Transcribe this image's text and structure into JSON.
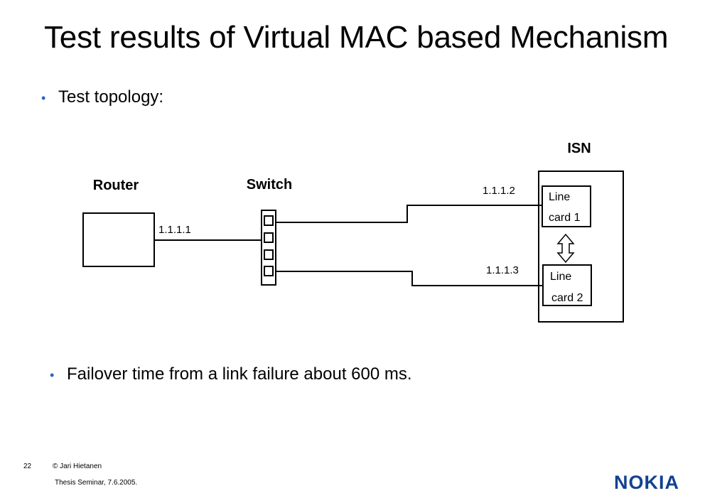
{
  "slide": {
    "title": "Test results of Virtual MAC based Mechanism",
    "bullets": [
      {
        "text": "Test topology:"
      },
      {
        "text": "Failover time from a link failure about 600 ms."
      }
    ],
    "bullet_glyph": "•",
    "bullet_color": "#2e63c7"
  },
  "diagram": {
    "router_label": "Router",
    "switch_label": "Switch",
    "isn_label": "ISN",
    "router_ip": "1.1.1.1",
    "line_card_1": {
      "ip": "1.1.1.2",
      "line1": "Line",
      "line2": "card 1"
    },
    "line_card_2": {
      "ip": "1.1.1.3",
      "line1": "Line",
      "line2": "card 2"
    },
    "failover_arrow_icon": "double-vertical-arrow-icon"
  },
  "footer": {
    "page_number": "22",
    "copyright": "© Jari Hietanen",
    "event": "Thesis Seminar, 7.6.2005.",
    "logo_text": "NOKIA",
    "logo_color": "#124191"
  }
}
